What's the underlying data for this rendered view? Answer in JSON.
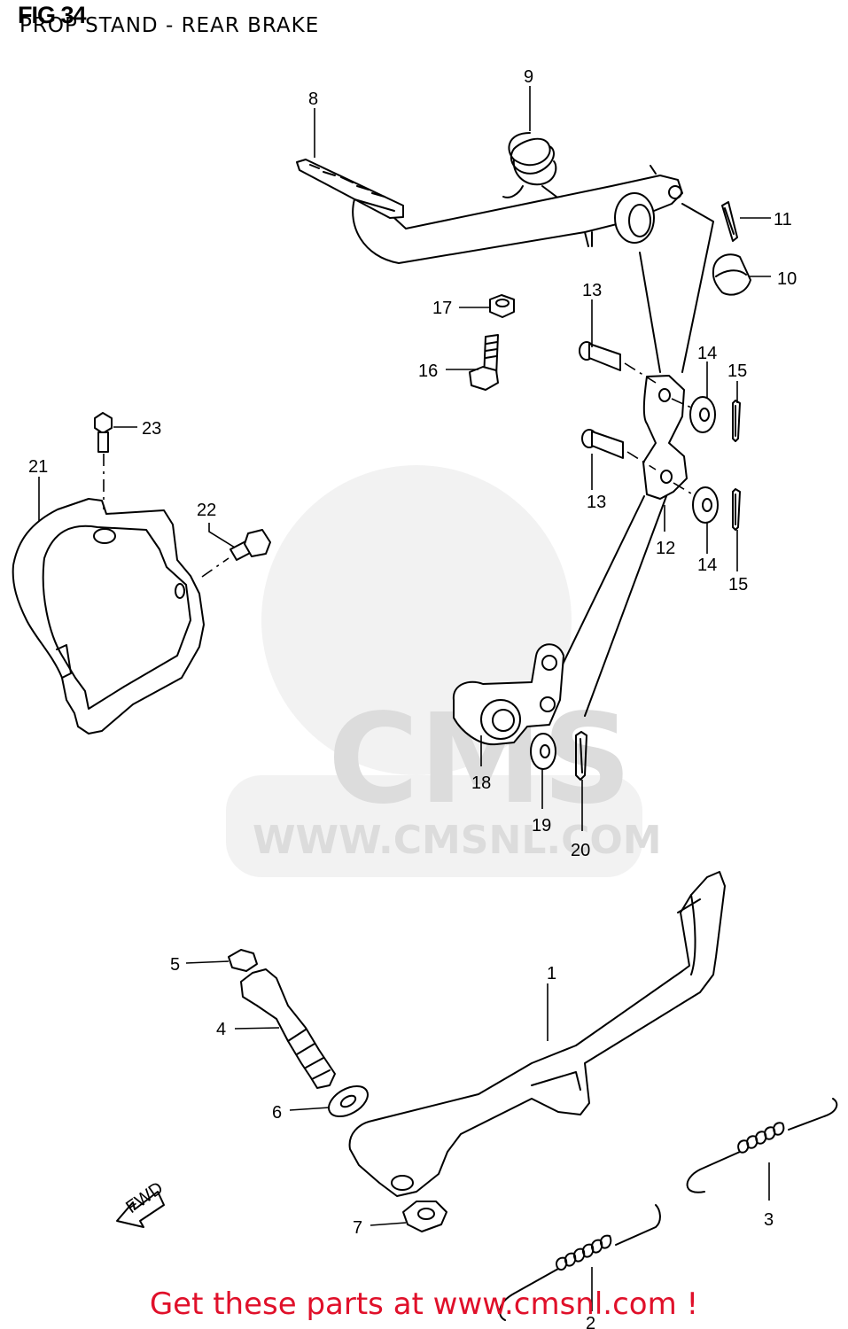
{
  "header": {
    "fig_number": "FIG 34",
    "title": "PROP STAND - REAR BRAKE"
  },
  "watermark": {
    "logo_text": "CMS",
    "url_text": "WWW.CMSNL.COM"
  },
  "fwd_label": "FWD",
  "callouts": [
    "1",
    "2",
    "3",
    "4",
    "5",
    "6",
    "7",
    "8",
    "9",
    "10",
    "11",
    "12",
    "13",
    "13",
    "14",
    "14",
    "15",
    "15",
    "16",
    "17",
    "18",
    "19",
    "20",
    "21",
    "22",
    "23"
  ],
  "footer": {
    "text": "Get these parts at www.cmsnl.com !"
  },
  "colors": {
    "footer": "#e0102a",
    "watermark": "#dcdcdc"
  }
}
